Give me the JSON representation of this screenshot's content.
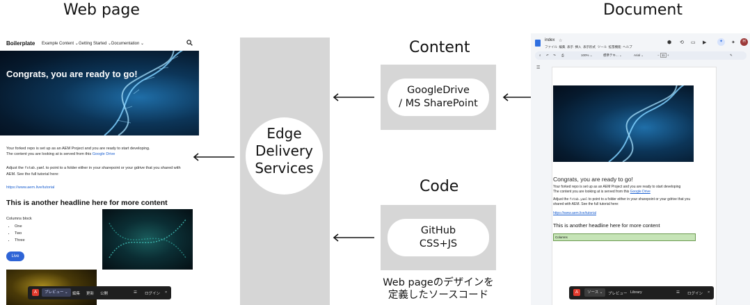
{
  "headings": {
    "web_page": "Web page",
    "document": "Document",
    "content": "Content",
    "code": "Code"
  },
  "edge": {
    "line1": "Edge",
    "line2": "Delivery",
    "line3": "Services"
  },
  "content_pill": {
    "line1": "GoogleDrive",
    "line2": "/ MS SharePoint"
  },
  "code_pill": {
    "line1": "GitHub",
    "line2": "CSS+JS"
  },
  "caption": {
    "line1": "Web pageのデザインを",
    "line2": "定義したソースコード"
  },
  "webpage": {
    "brand": "Boilerplate",
    "nav": [
      "Example Content",
      "Getting Started",
      "Documentation"
    ],
    "hero_title": "Congrats, you are ready to go!",
    "p1a": "Your forked repo is set up as an AEM Project and you are ready to start developing.",
    "p1b": "The content you are looking at is served from this ",
    "p1_link": "Google Drive",
    "p2a": "Adjust the ",
    "p2_code": "fstab.yaml",
    "p2b": " to point to a folder either in your sharepoint or your gdrive that you shared with",
    "p2c": "AEM. See the full tutorial here:",
    "tutorial_link": "https://www.aem.live/tutorial",
    "headline": "This is another headline here for more content",
    "columns_label": "Columns block",
    "list": [
      "One",
      "Two",
      "Three"
    ],
    "live_button": "Live",
    "toolbar": {
      "preview": "プレビュー",
      "edit": "編集",
      "update": "更新",
      "publish": "公開",
      "login": "ログイン"
    }
  },
  "document": {
    "filename": "index",
    "menu": [
      "ファイル",
      "編集",
      "表示",
      "挿入",
      "表示形式",
      "ツール",
      "拡張機能",
      "ヘルプ"
    ],
    "zoom": "100%",
    "style": "標準テキ...",
    "font": "Arial",
    "font_size": "11",
    "avatar": "H",
    "title": "Congrats, you are ready to go!",
    "p1a": "Your forked repo is set up as an AEM Project and you are ready to start developing",
    "p1b": "The content you are looking at is served from this ",
    "p1_link": "Google Drive",
    "p2a": "Adjust the ",
    "p2_code": "fstab.yaml",
    "p2b": " to point to a folder either in your sharepoint or your gdrive that you",
    "p2c": "shared with AEM. See the full tutorial here:",
    "tutorial_link": "https://www.aem.live/tutorial",
    "headline": "This is another headline here for more content",
    "columns_label": "Columns",
    "toolbar": {
      "source": "ソース",
      "preview": "プレビュー",
      "library": "Library",
      "login": "ログイン"
    }
  },
  "colors": {
    "accent_blue": "#2e64d6",
    "gray_box": "#d6d6d6",
    "columns_green": "#c6e4b7"
  }
}
